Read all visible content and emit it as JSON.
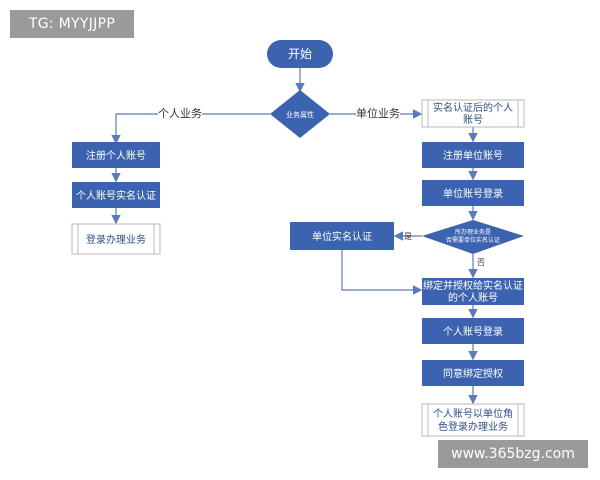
{
  "watermarks": {
    "top_left": "TG: MYYJJPP",
    "bottom_right": "www.365bzg.com"
  },
  "nodes": {
    "start": "开始",
    "decision_type": "业务属性",
    "account_after_auth_line1": "实名认证后的个人",
    "account_after_auth_line2": "账号",
    "register_personal": "注册个人账号",
    "personal_realname": "个人账号实名认证",
    "login_personal_business": "登录办理业务",
    "register_company": "注册单位账号",
    "company_login": "单位账号登录",
    "decision_need_auth_line1": "所办理业务是",
    "decision_need_auth_line2": "否需要单位实名认证",
    "company_realname": "单位实名认证",
    "bind_line1": "绑定并授权给实名认证",
    "bind_line2": "的个人账号",
    "personal_login": "个人账号登录",
    "agree_bind": "同意绑定授权",
    "final_line1": "个人账号以单位角",
    "final_line2": "色登录办理业务"
  },
  "edges": {
    "personal_business": "个人业务",
    "company_business": "单位业务",
    "yes": "是",
    "no": "否"
  },
  "colors": {
    "blue": "#3c63b0",
    "line": "#5b7bbd",
    "box_border": "#b8b8b8"
  }
}
